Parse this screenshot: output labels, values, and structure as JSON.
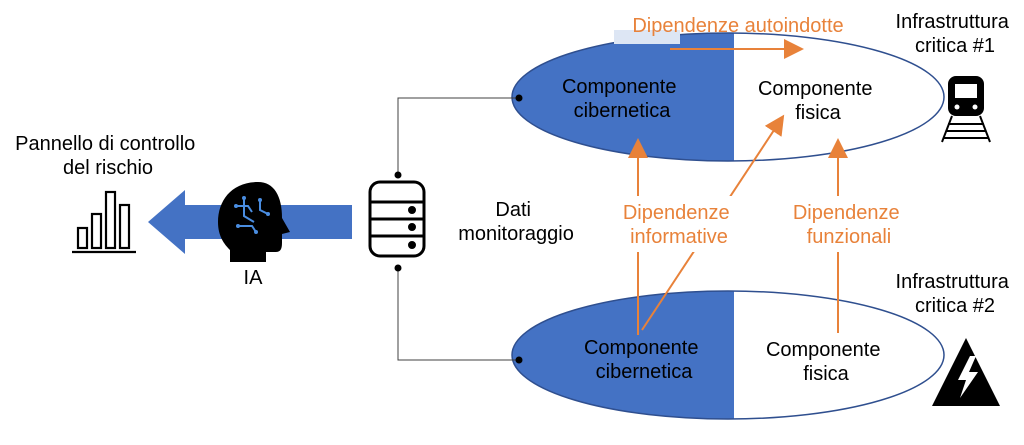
{
  "infra1": {
    "title": [
      "Infrastruttura",
      "critica #1"
    ],
    "cyber": [
      "Componente",
      "cibernetica"
    ],
    "physical": [
      "Componente",
      "fisica"
    ]
  },
  "infra2": {
    "title": [
      "Infrastruttura",
      "critica #2"
    ],
    "cyber": [
      "Componente",
      "cibernetica"
    ],
    "physical": [
      "Componente",
      "fisica"
    ]
  },
  "dependencies": {
    "self_induced": "Dipendenze autoindotte",
    "informative": [
      "Dipendenze",
      "informative"
    ],
    "functional": [
      "Dipendenze",
      "funzionali"
    ]
  },
  "monitoring": [
    "Dati",
    "monitoraggio"
  ],
  "ai_label": "IA",
  "dashboard": [
    "Pannello di controllo",
    "del rischio"
  ],
  "icons": [
    "train-icon",
    "electric-hazard-icon",
    "database-icon",
    "ai-head-icon",
    "bar-chart-icon"
  ],
  "colors": {
    "cyber_fill": "#4472c4",
    "arrow_orange": "#e8823a",
    "ellipse_stroke": "#2f4f8f"
  }
}
